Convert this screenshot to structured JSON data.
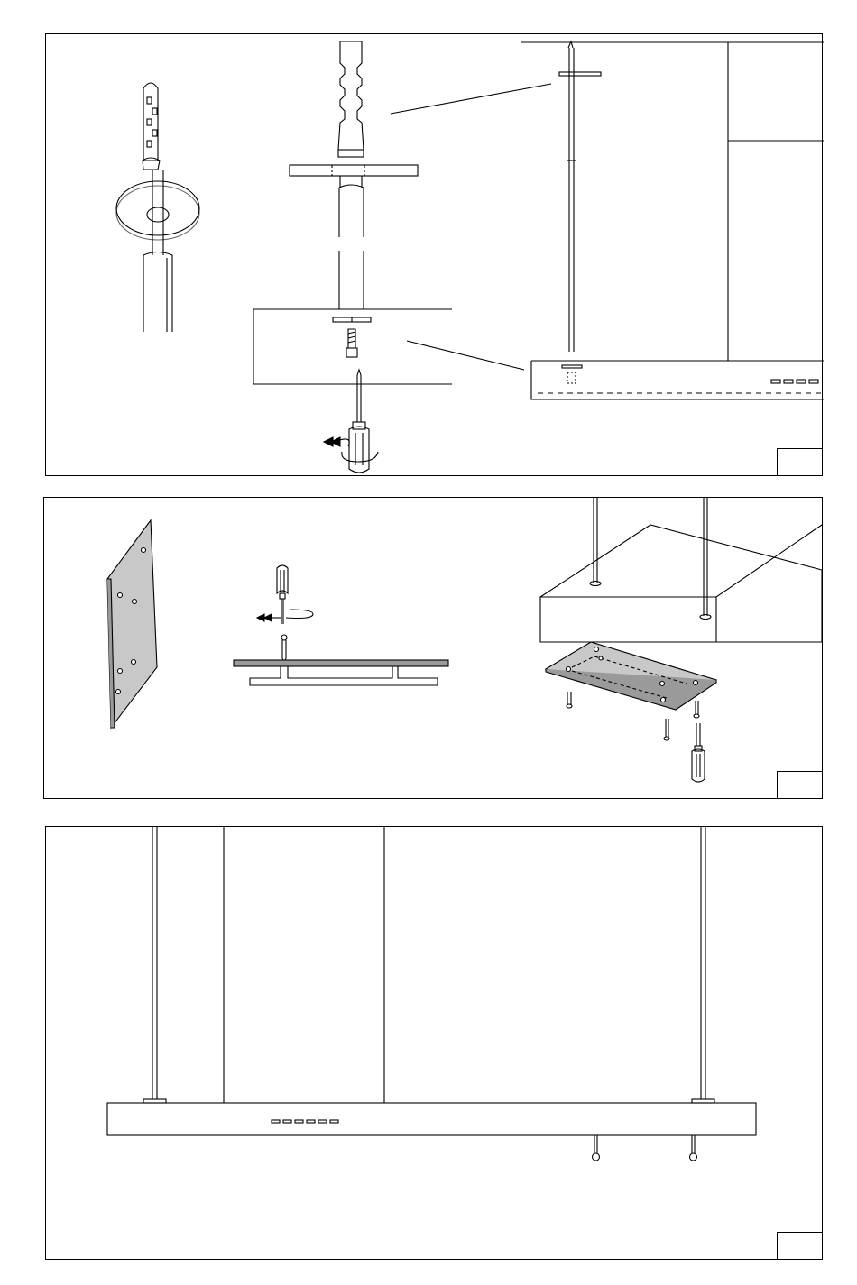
{
  "colors": {
    "line": "#000000",
    "plate_fill": "#c8c8c8",
    "panel_bg": "#ffffff"
  },
  "icons": {
    "screwdriver": "screwdriver-icon",
    "rotate_arrow": "rotate-ccw-arrow-icon",
    "wall_plug": "wall-plug-icon",
    "screw": "screw-icon"
  },
  "panels": [
    {
      "id": "step-1",
      "step_label": ""
    },
    {
      "id": "step-2",
      "step_label": ""
    },
    {
      "id": "step-3",
      "step_label": ""
    }
  ]
}
